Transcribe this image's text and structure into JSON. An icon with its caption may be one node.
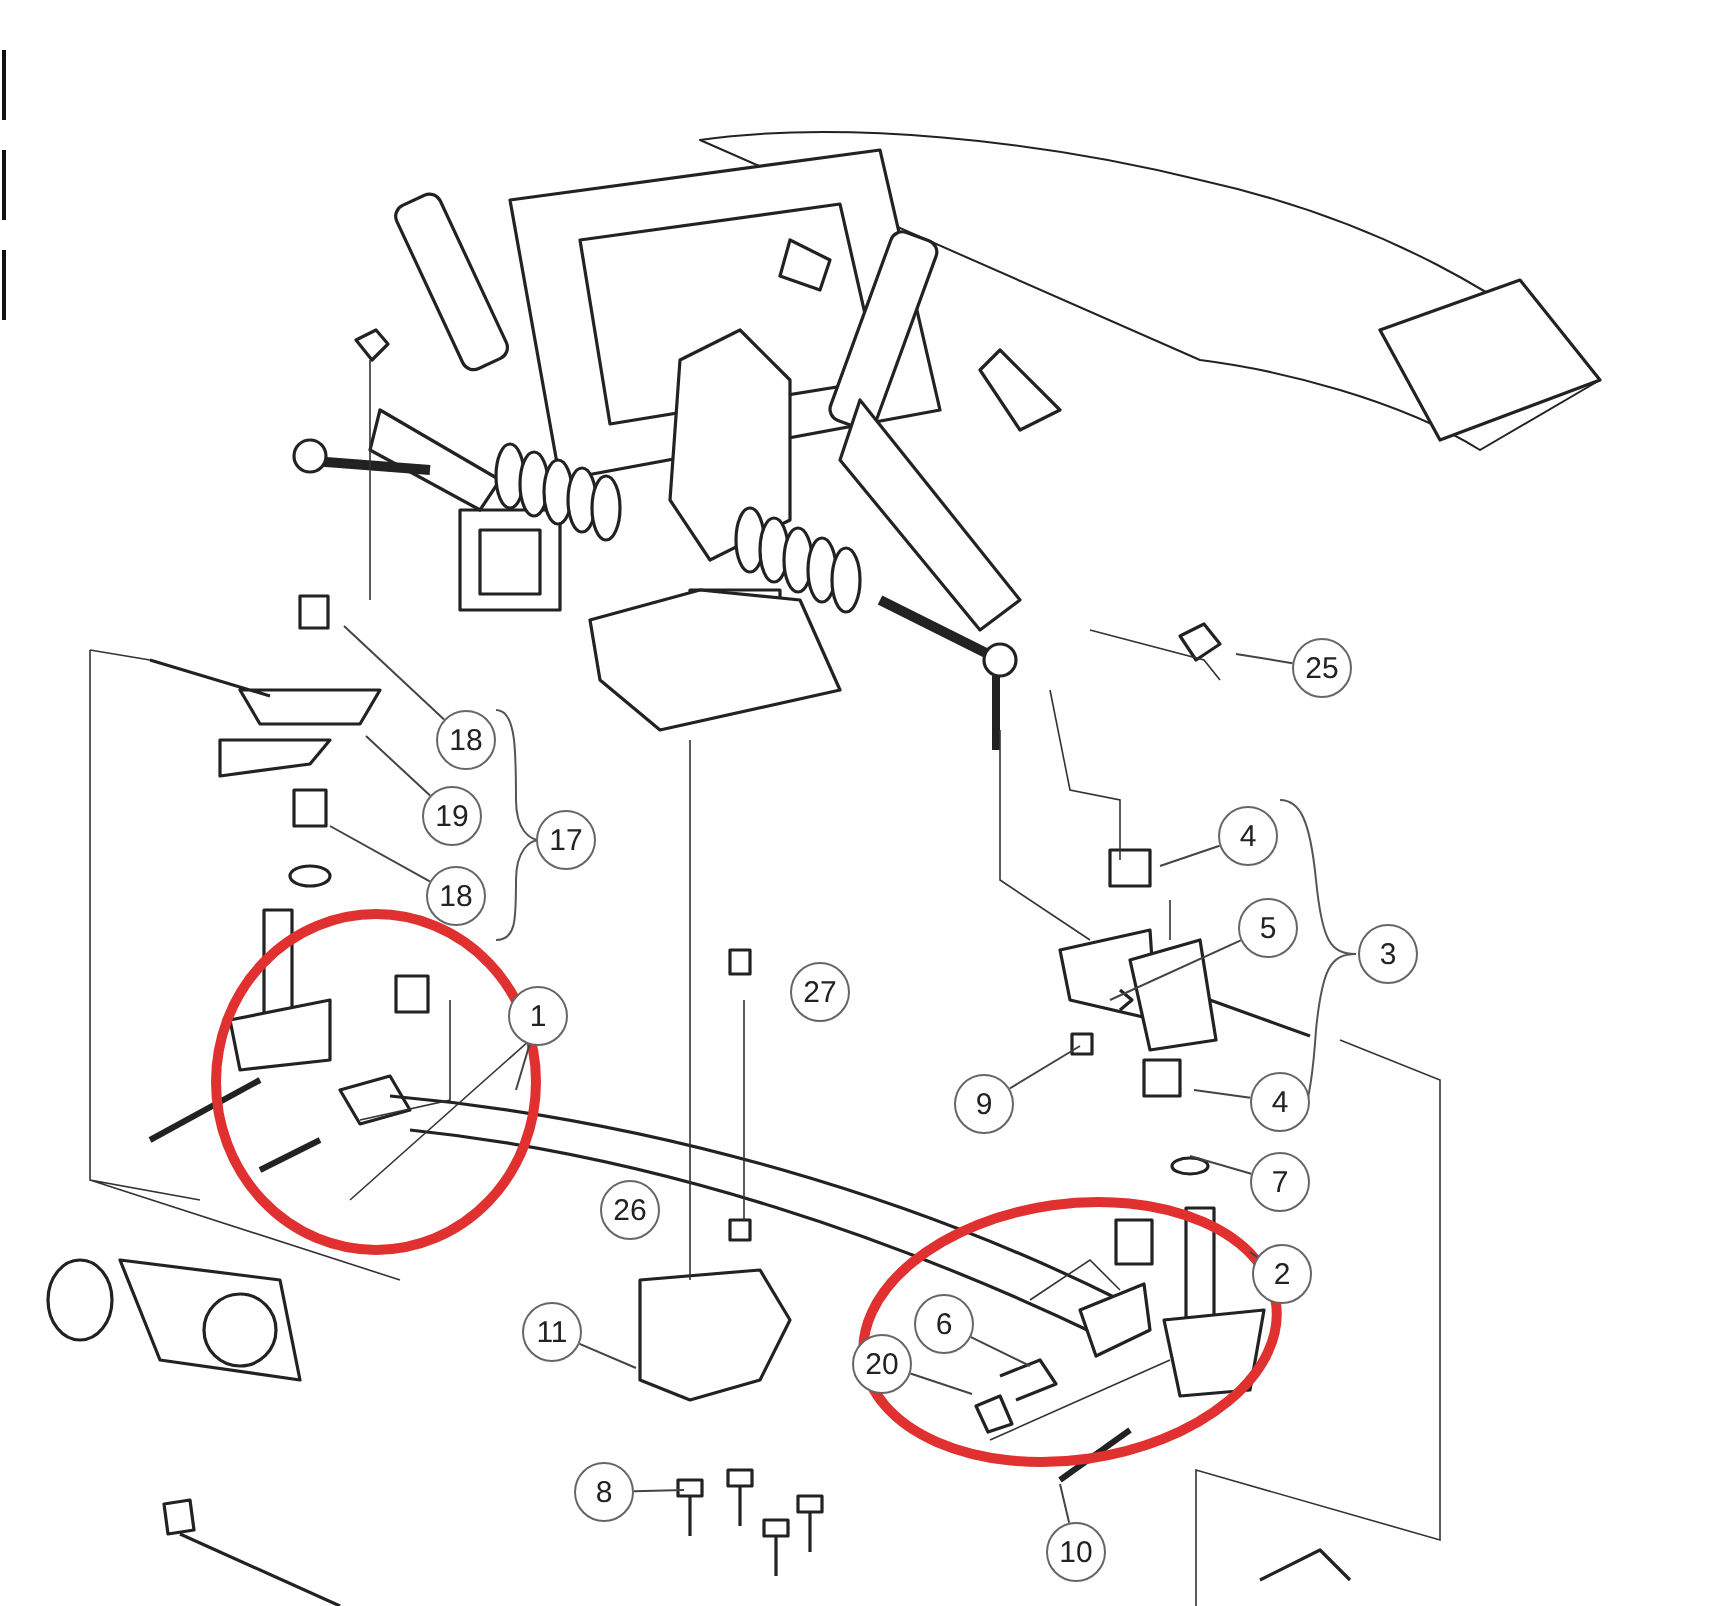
{
  "diagram": {
    "nodes": [
      {
        "text": [
          "25"
        ]
      },
      {
        "text": [
          "18"
        ]
      },
      {
        "text": [
          "19"
        ]
      },
      {
        "text": [
          "18"
        ]
      },
      {
        "text": [
          "17"
        ]
      },
      {
        "text": [
          "4"
        ]
      },
      {
        "text": [
          "5"
        ]
      },
      {
        "text": [
          "3"
        ]
      },
      {
        "text": [
          "1"
        ]
      },
      {
        "text": [
          "27"
        ]
      },
      {
        "text": [
          "9"
        ]
      },
      {
        "text": [
          "4"
        ]
      },
      {
        "text": [
          "7"
        ]
      },
      {
        "text": [
          "2"
        ]
      },
      {
        "text": [
          "26"
        ]
      },
      {
        "text": [
          "6"
        ]
      },
      {
        "text": [
          "20"
        ]
      },
      {
        "text": [
          "11"
        ]
      },
      {
        "text": [
          "8"
        ]
      },
      {
        "text": [
          "10"
        ]
      }
    ],
    "edges": [
      {
        "from": 0,
        "to": null,
        "arrow": "none"
      },
      {
        "from": 1,
        "to": null,
        "arrow": "none"
      },
      {
        "from": 2,
        "to": null,
        "arrow": "none"
      },
      {
        "from": 3,
        "to": null,
        "arrow": "none"
      },
      {
        "from": 5,
        "to": null,
        "arrow": "none"
      },
      {
        "from": 6,
        "to": null,
        "arrow": "none"
      },
      {
        "from": 8,
        "to": null,
        "arrow": "none"
      },
      {
        "from": 10,
        "to": null,
        "arrow": "none"
      },
      {
        "from": 11,
        "to": null,
        "arrow": "none"
      },
      {
        "from": 12,
        "to": null,
        "arrow": "none"
      },
      {
        "from": 13,
        "to": null,
        "arrow": "none"
      },
      {
        "from": 15,
        "to": null,
        "arrow": "none"
      },
      {
        "from": 16,
        "to": null,
        "arrow": "none"
      },
      {
        "from": 17,
        "to": null,
        "arrow": "none"
      },
      {
        "from": 18,
        "to": null,
        "arrow": "none"
      },
      {
        "from": 19,
        "to": null,
        "arrow": "none"
      }
    ]
  }
}
